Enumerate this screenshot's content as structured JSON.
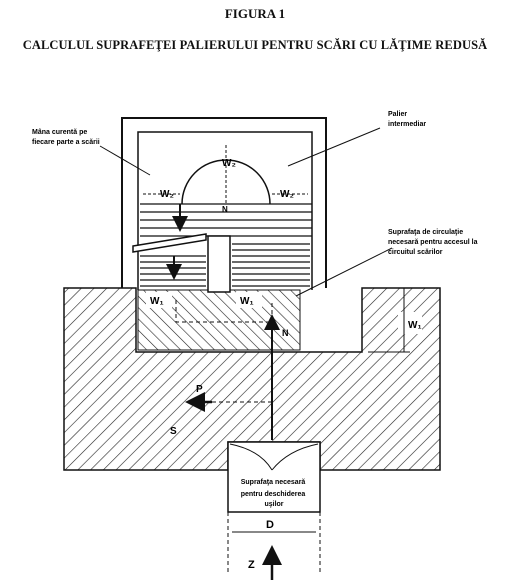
{
  "figure": {
    "title": "FIGURA 1",
    "subtitle": "CALCULUL SUPRAFEŢEI PALIERULUI PENTRU SCĂRI CU LĂŢIME REDUSĂ"
  },
  "labels": {
    "handrail": [
      "Mâna curentă pe",
      "fiecare parte a scării"
    ],
    "landing": [
      "Palier",
      "intermediar"
    ],
    "circulation": [
      "Suprafaţa de circulaţie",
      "necesară pentru accesul la",
      "circuitul scărilor"
    ],
    "door_area": [
      "Suprafaţa necesară",
      "pentru deschiderea",
      "uşilor"
    ]
  },
  "symbols": {
    "w2_top": "W₂",
    "w2_left": "W₂",
    "w2_right": "W₂",
    "n_upper": "N",
    "w1_left": "W₁",
    "w1_mid": "W₁",
    "w1_right": "W₁",
    "n_lower": "N",
    "p": "P",
    "s": "S",
    "d": "D",
    "z": "Z"
  }
}
